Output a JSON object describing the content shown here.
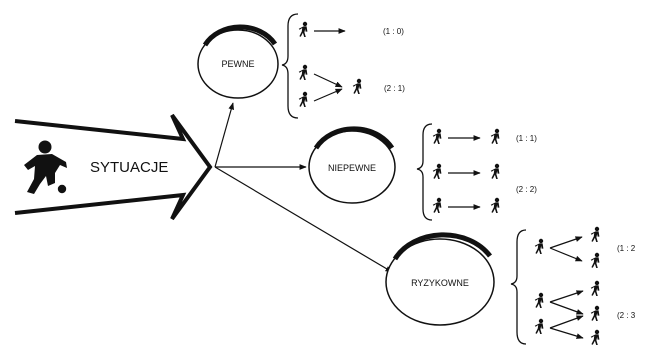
{
  "source": {
    "label": "SYTUACJE",
    "icon": "footballer-icon"
  },
  "nodes": [
    {
      "label": "PEWNE",
      "groups": [
        {
          "pattern": "player-to-arrow",
          "ratio": "(1 : 0)"
        },
        {
          "pattern": "two-to-one",
          "ratio": "(2 : 1)"
        }
      ]
    },
    {
      "label": "NIEPEWNE",
      "groups": [
        {
          "pattern": "one-to-one",
          "ratio": "(1 : 1)"
        },
        {
          "pattern": "two-vs-two",
          "ratio": "(2 : 2)"
        }
      ]
    },
    {
      "label": "RYZYKOWNE",
      "groups": [
        {
          "pattern": "one-to-two",
          "ratio": "(1 : 2"
        },
        {
          "pattern": "two-to-three",
          "ratio": "(2 : 3"
        }
      ]
    }
  ],
  "colors": {
    "ink": "#111111",
    "background": "#ffffff"
  }
}
